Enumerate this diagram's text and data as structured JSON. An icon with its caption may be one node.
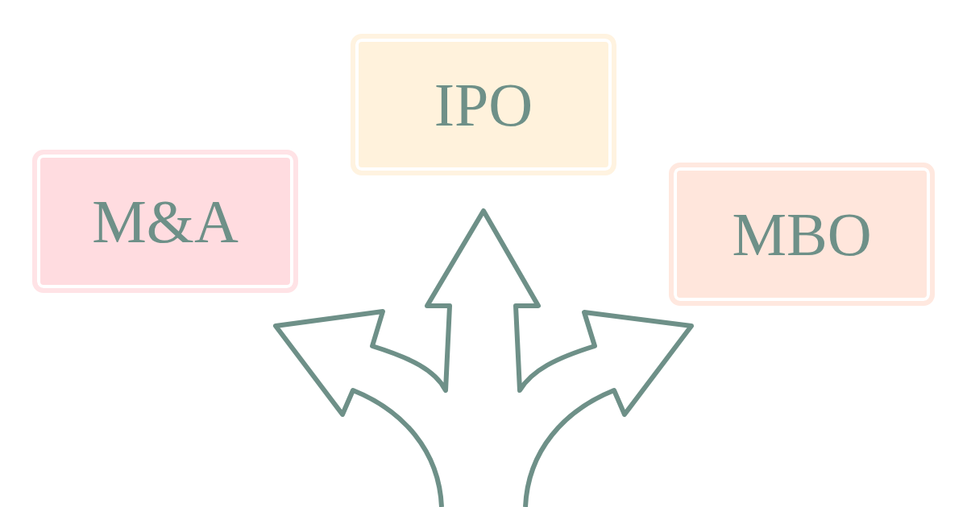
{
  "diagram": {
    "nodes": [
      {
        "text": [
          "M&A"
        ]
      },
      {
        "text": [
          "IPO"
        ]
      },
      {
        "text": [
          "MBO"
        ]
      }
    ]
  }
}
